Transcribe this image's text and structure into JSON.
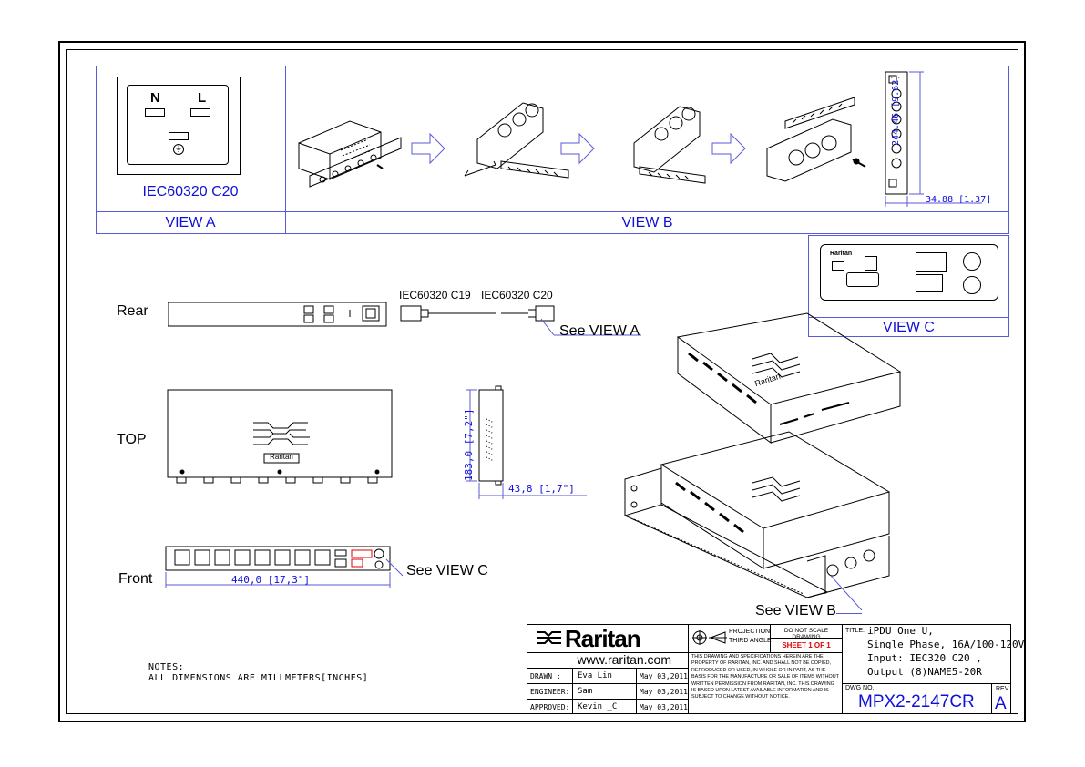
{
  "views": {
    "a_label": "VIEW A",
    "b_label": "VIEW B",
    "c_label": "VIEW C",
    "a_socket_n": "N",
    "a_socket_l": "L",
    "a_caption": "IEC60320 C20",
    "b_dim_height": "244.46 [9.62]",
    "b_dim_width": "34.88 [1.37]",
    "c_brand": "Raritan"
  },
  "drawings": {
    "rear_label": "Rear",
    "top_label": "TOP",
    "front_label": "Front",
    "cord_c19": "IEC60320  C19",
    "cord_c20": "IEC60320  C20",
    "see_view_a": "See VIEW A",
    "see_view_b": "See VIEW B",
    "see_view_c": "See VIEW C",
    "top_brand": "Raritan",
    "iso_brand": "Raritan",
    "side_dim_height": "183,0  [7,2\"]",
    "side_dim_depth": "43,8  [1,7\"]",
    "front_dim_width": "440,0  [17,3\"]"
  },
  "notes": {
    "line1": "NOTES:",
    "line2": "ALL DIMENSIONS ARE MILLMETERS[INCHES]"
  },
  "title_block": {
    "brand": "Raritan",
    "website": "www.raritan.com",
    "projection_line1": "PROJECTION",
    "projection_line2": "THIRD ANGLE",
    "do_not_scale": "DO NOT SCALE DRAWING",
    "sheet": "SHEET 1 OF 1",
    "disclaimer": "THIS DRAWING AND SPECIFICATIONS HEREIN ARE THE PROPERTY OF RARITAN, INC. AND SHALL NOT BE COPIED, REPRODUCED OR USED, IN WHOLE OR IN PART, AS THE BASIS FOR THE MANUFACTURE OR SALE OF ITEMS WITHOUT WRITTEN PERMISSION FROM RARITAN, INC. THIS DRAWING IS BASED UPON LATEST AVAILABLE INFORMATION AND IS SUBJECT TO CHANGE WITHOUT NOTICE.",
    "drawn_label": "DRAWN :",
    "drawn_name": "Eva Lin",
    "drawn_date": "May 03,2011",
    "engineer_label": "ENGINEER:",
    "engineer_name": "Sam",
    "engineer_date": "May 03,2011",
    "approved_label": "APPROVED:",
    "approved_name": "Kevin _C",
    "approved_date": "May 03,2011",
    "title_label": "TITLE:",
    "title_line1": "iPDU One U,",
    "title_line2": "Single Phase, 16A/100-120V",
    "title_line3": "Input: IEC320 C20 ,",
    "title_line4": "Output (8)NAME5-20R",
    "dwg_label": "DWG NO.",
    "dwg_number": "MPX2-2147CR",
    "rev_label": "REV.",
    "rev_value": "A"
  },
  "colors": {
    "accent_blue": "#1010d8",
    "line_blue": "#5a5ad8",
    "ink": "#000000"
  }
}
